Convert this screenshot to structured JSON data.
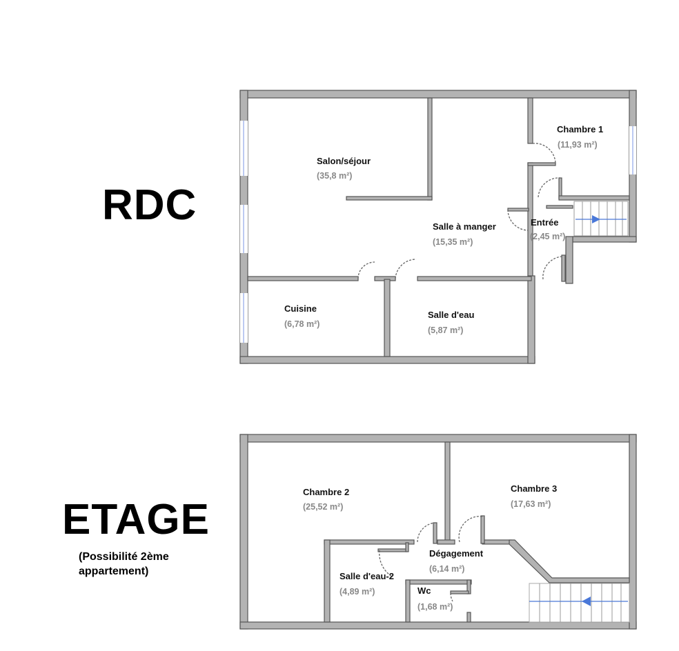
{
  "levels": {
    "rdc": {
      "label": "RDC",
      "rooms": [
        {
          "name": "Salon/séjour",
          "area": "(35,8 m²)"
        },
        {
          "name": "Salle à manger",
          "area": "(15,35 m²)"
        },
        {
          "name": "Chambre 1",
          "area": "(11,93 m²)"
        },
        {
          "name": "Entrée",
          "area": "(2,45 m²)"
        },
        {
          "name": "Cuisine",
          "area": "(6,78 m²)"
        },
        {
          "name": "Salle d'eau",
          "area": "(5,87 m²)"
        }
      ]
    },
    "etage": {
      "label": "ETAGE",
      "note_line1": "(Possibilité 2ème",
      "note_line2": "appartement)",
      "rooms": [
        {
          "name": "Chambre 2",
          "area": "(25,52 m²)"
        },
        {
          "name": "Chambre 3",
          "area": "(17,63 m²)"
        },
        {
          "name": "Dégagement",
          "area": "(6,14 m²)"
        },
        {
          "name": "Salle d'eau-2",
          "area": "(4,89 m²)"
        },
        {
          "name": "Wc",
          "area": "(1,68 m²)"
        }
      ]
    }
  },
  "colors": {
    "wall": "#b3b3b3",
    "window": "#8fa6e8",
    "stair_arrow": "#4a78d8"
  }
}
